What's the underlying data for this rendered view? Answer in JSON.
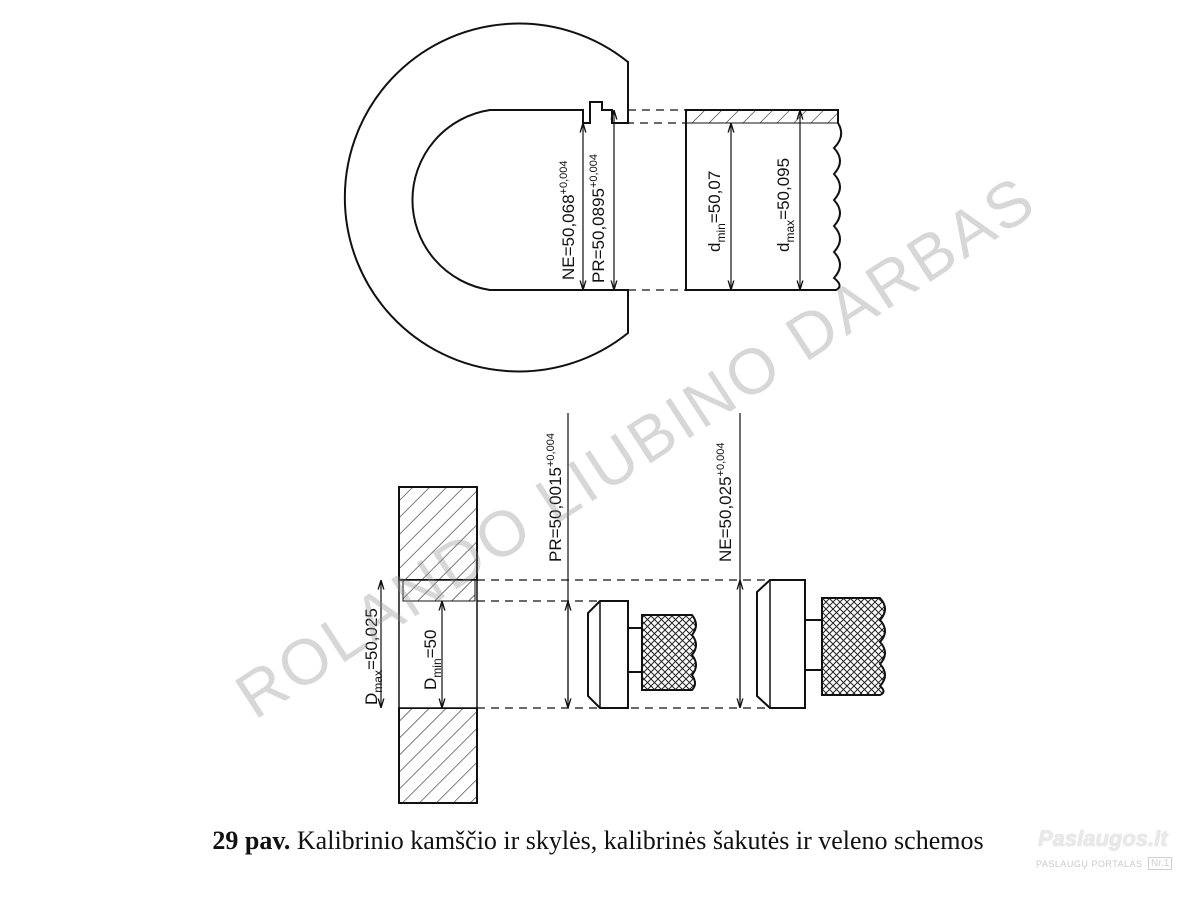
{
  "labels": {
    "gauge_ne": "NE=50,068",
    "gauge_ne_tol": "+0,004",
    "gauge_pr": "PR=50,0895",
    "gauge_pr_tol": "+0,004",
    "shaft_dmin_prefix": "d",
    "shaft_dmin_sub": "min",
    "shaft_dmin_value": "=50,07",
    "shaft_dmax_prefix": "d",
    "shaft_dmax_sub": "max",
    "shaft_dmax_value": "=50,095",
    "plug_pr": "PR=50,0015",
    "plug_pr_tol": "+0,004",
    "plug_ne": "NE=50,025",
    "plug_ne_tol": "+0,004",
    "hole_dmax_prefix": "D",
    "hole_dmax_sub": "max",
    "hole_dmax_value": "=50,025",
    "hole_dmin_prefix": "D",
    "hole_dmin_sub": "min",
    "hole_dmin_value": "=50"
  },
  "caption": {
    "number": "29 pav.",
    "text": " Kalibrinio kamščio ir skylės, kalibrinės šakutės ir veleno schemos"
  },
  "watermark": "ROLANDO LIUBINO DARBAS",
  "logo": {
    "main": "Paslaugos.lt",
    "sub": "PASLAUGŲ PORTALAS",
    "nr": "Nr.1"
  }
}
